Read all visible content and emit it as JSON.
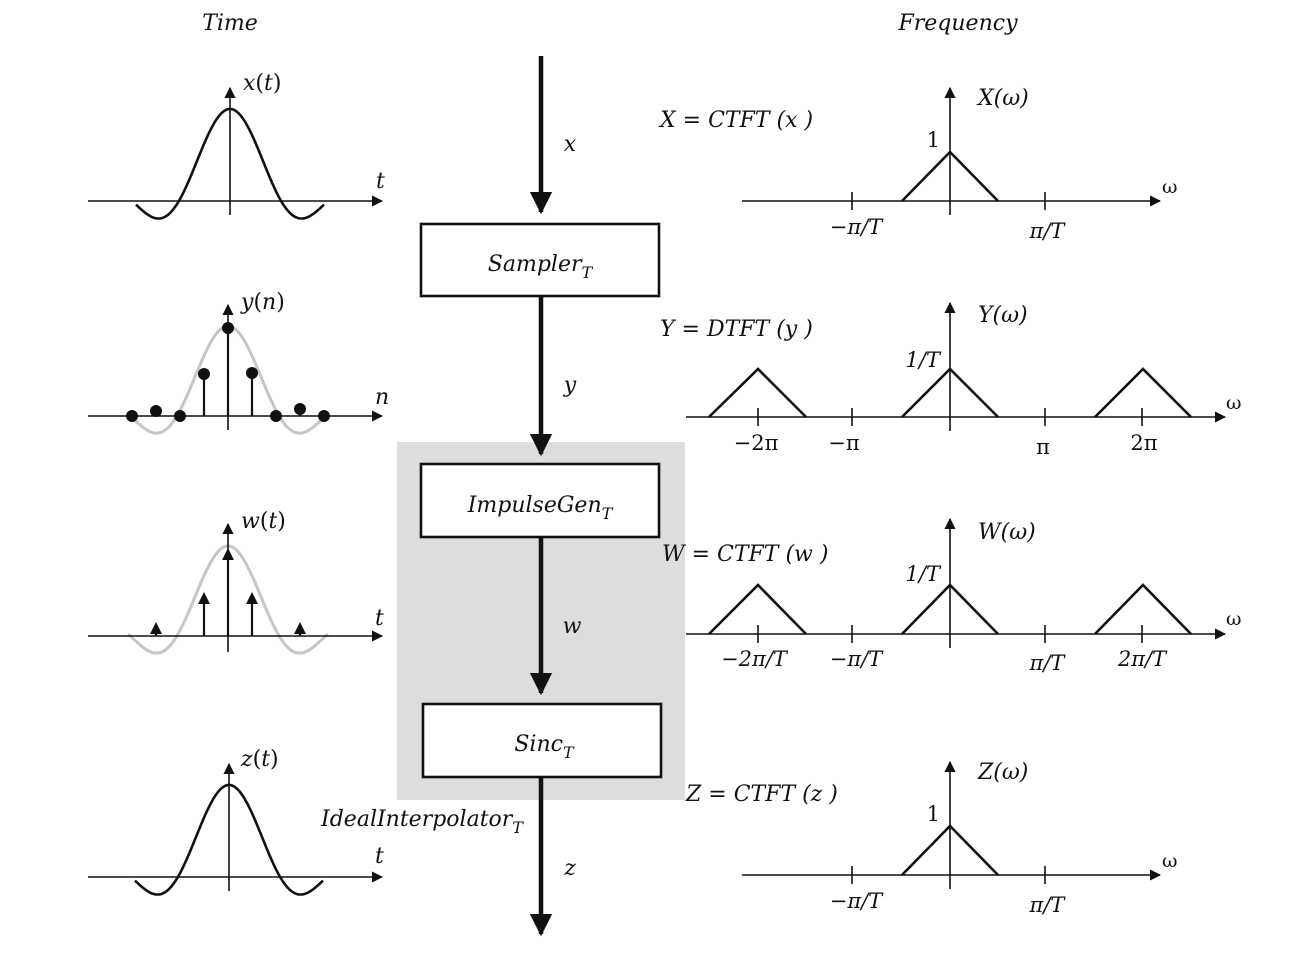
{
  "headers": {
    "time": "Time",
    "frequency": "Frequency"
  },
  "signals": {
    "x": "x",
    "y": "y",
    "w": "w",
    "z": "z"
  },
  "blocks": {
    "sampler": {
      "name": "Sampler",
      "sub": "T"
    },
    "impulse": {
      "name": "ImpulseGen",
      "sub": "T"
    },
    "sinc": {
      "name": "Sinc",
      "sub": "T"
    },
    "interp": {
      "name": "IdealInterpolator",
      "sub": "T"
    }
  },
  "time_plots": {
    "x": {
      "ylabel_fn": "x(",
      "ylabel_var": "t",
      "ylabel_close": ")",
      "xlabel": "t"
    },
    "y": {
      "ylabel_fn": "y(",
      "ylabel_var": "n",
      "ylabel_close": ")",
      "xlabel": "n"
    },
    "w": {
      "ylabel_fn": "w(",
      "ylabel_var": "t",
      "ylabel_close": ")",
      "xlabel": "t"
    },
    "z": {
      "ylabel_fn": "z(",
      "ylabel_var": "t",
      "ylabel_close": ")",
      "xlabel": "t"
    }
  },
  "freq_plots": {
    "X": {
      "eq": "X = CTFT (x )",
      "ylabel": "X(ω)",
      "peak": "1",
      "xlabel": "ω",
      "ticks": [
        "−π/T",
        "π/T"
      ]
    },
    "Y": {
      "eq": "Y = DTFT (y )",
      "ylabel": "Y(ω)",
      "peak": "1/T",
      "xlabel": "ω",
      "ticks": [
        "−2π",
        "−π",
        "π",
        "2π"
      ]
    },
    "W": {
      "eq": "W = CTFT (w )",
      "ylabel": "W(ω)",
      "peak": "1/T",
      "xlabel": "ω",
      "ticks": [
        "−2π/T",
        "−π/T",
        "π/T",
        "2π/T"
      ]
    },
    "Z": {
      "eq": "Z = CTFT (z )",
      "ylabel": "Z(ω)",
      "peak": "1",
      "xlabel": "ω",
      "ticks": [
        "−π/T",
        "π/T"
      ]
    }
  },
  "colors": {
    "line": "#111111",
    "shade": "#dcdddd",
    "ghost": "#c8c5c2"
  }
}
